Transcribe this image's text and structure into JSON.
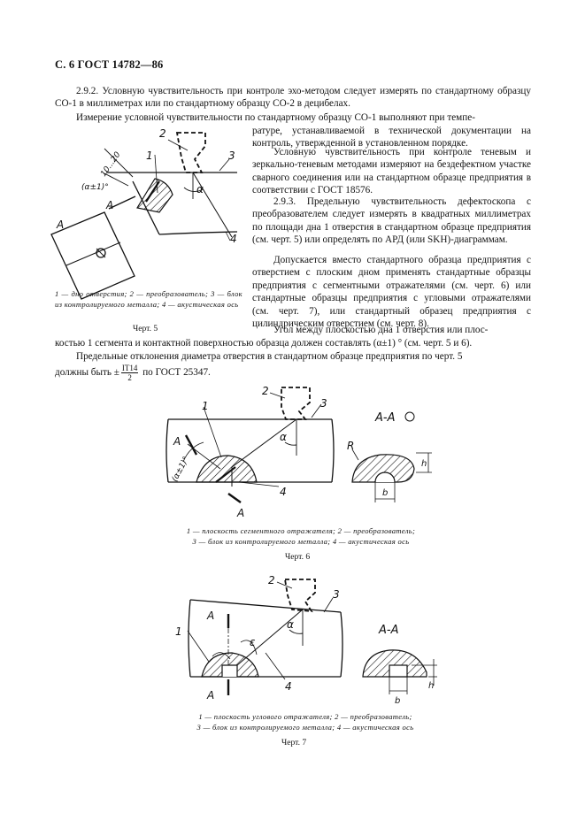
{
  "header": "С. 6 ГОСТ 14782—86",
  "para_2_9_2": "2.9.2. Условную чувствительность при контроле эхо-методом следует измерять по стандартному образцу СО-1 в миллиметрах или по стандартному образцу СО-2 в децибелах.",
  "para_co1_a": "Измерение условной чувствительности по стандартному образцу СО-1 выполняют при темпе-",
  "para_co1_b": "ратуре, устанавливаемой в технической документации на контроль, утвержденной в установленном порядке.",
  "para_shadow": "Условную чувствительность при контроле теневым и зеркально-теневым методами измеряют на бездефектном участке сварного соединения или на стандартном образце предприятия в соответствии с ГОСТ 18576.",
  "para_2_9_3": "2.9.3. Предельную чувствительность дефектоскопа с преобразователем следует измерять в квадратных миллиметрах по площади дна 1 отверстия в стандартном образце предприятия (см. черт. 5) или определять по АРД (или SKH)-диаграммам.",
  "para_instead": "Допускается вместо стандартного образца предприятия с отверстием с плоским дном применять стандартные образцы предприятия с сегментными отражателями (см. черт. 6) или стандартные образцы предприятия с угловыми отражателями (см. черт. 7), или стандартный образец предприятия с цилиндрическим отверстием (см. черт. 8).",
  "para_angle_a": "Угол между плоскостью дна 1 отверстия или плос-",
  "para_angle_b": "костью 1 сегмента и контактной поверхностью образца должен составлять (α±1) ° (см. черт. 5 и 6).",
  "para_tol_a": "Предельные отклонения диаметра отверстия в стандартном образце предприятия по черт. 5",
  "para_tol_b_pre": "должны быть ±",
  "tol_num": "IT14",
  "tol_den": "2",
  "para_tol_b_post": "по ГОСТ 25347.",
  "fig5": {
    "caption": "1 — дно отверстия; 2 — преобразователь; 3 — блок из контролируемого металла; 4 — акустическая ось",
    "title": "Черт. 5",
    "labels": {
      "n1": "1",
      "n2": "2",
      "n3": "3",
      "n4": "4",
      "dim": "10...20",
      "angle": "(α±1)°",
      "alpha": "α",
      "a1": "A",
      "a2": "A"
    }
  },
  "fig6": {
    "caption_1": "1 — плоскость сегментного отражателя; 2 — преобразователь;",
    "caption_2": "3 — блок из контролируемого металла; 4 — акустическая ось",
    "title": "Черт. 6",
    "labels": {
      "n1": "1",
      "n2": "2",
      "n3": "3",
      "n4": "4",
      "a1": "A",
      "a2": "A",
      "angle": "(α±1)°",
      "alpha": "α",
      "section": "А-А",
      "r": "R",
      "h": "h",
      "b": "b"
    }
  },
  "fig7": {
    "caption_1": "1 — плоскость углового отражателя; 2 — преобразователь;",
    "caption_2": "3 — блок из контролируемого металла; 4 — акустическая ось",
    "title": "Черт. 7",
    "labels": {
      "n1": "1",
      "n2": "2",
      "n3": "3",
      "n4": "4",
      "a1": "A",
      "a2": "A",
      "alpha": "α",
      "eps": "ε",
      "section": "А-А",
      "h": "h",
      "b": "b"
    }
  }
}
